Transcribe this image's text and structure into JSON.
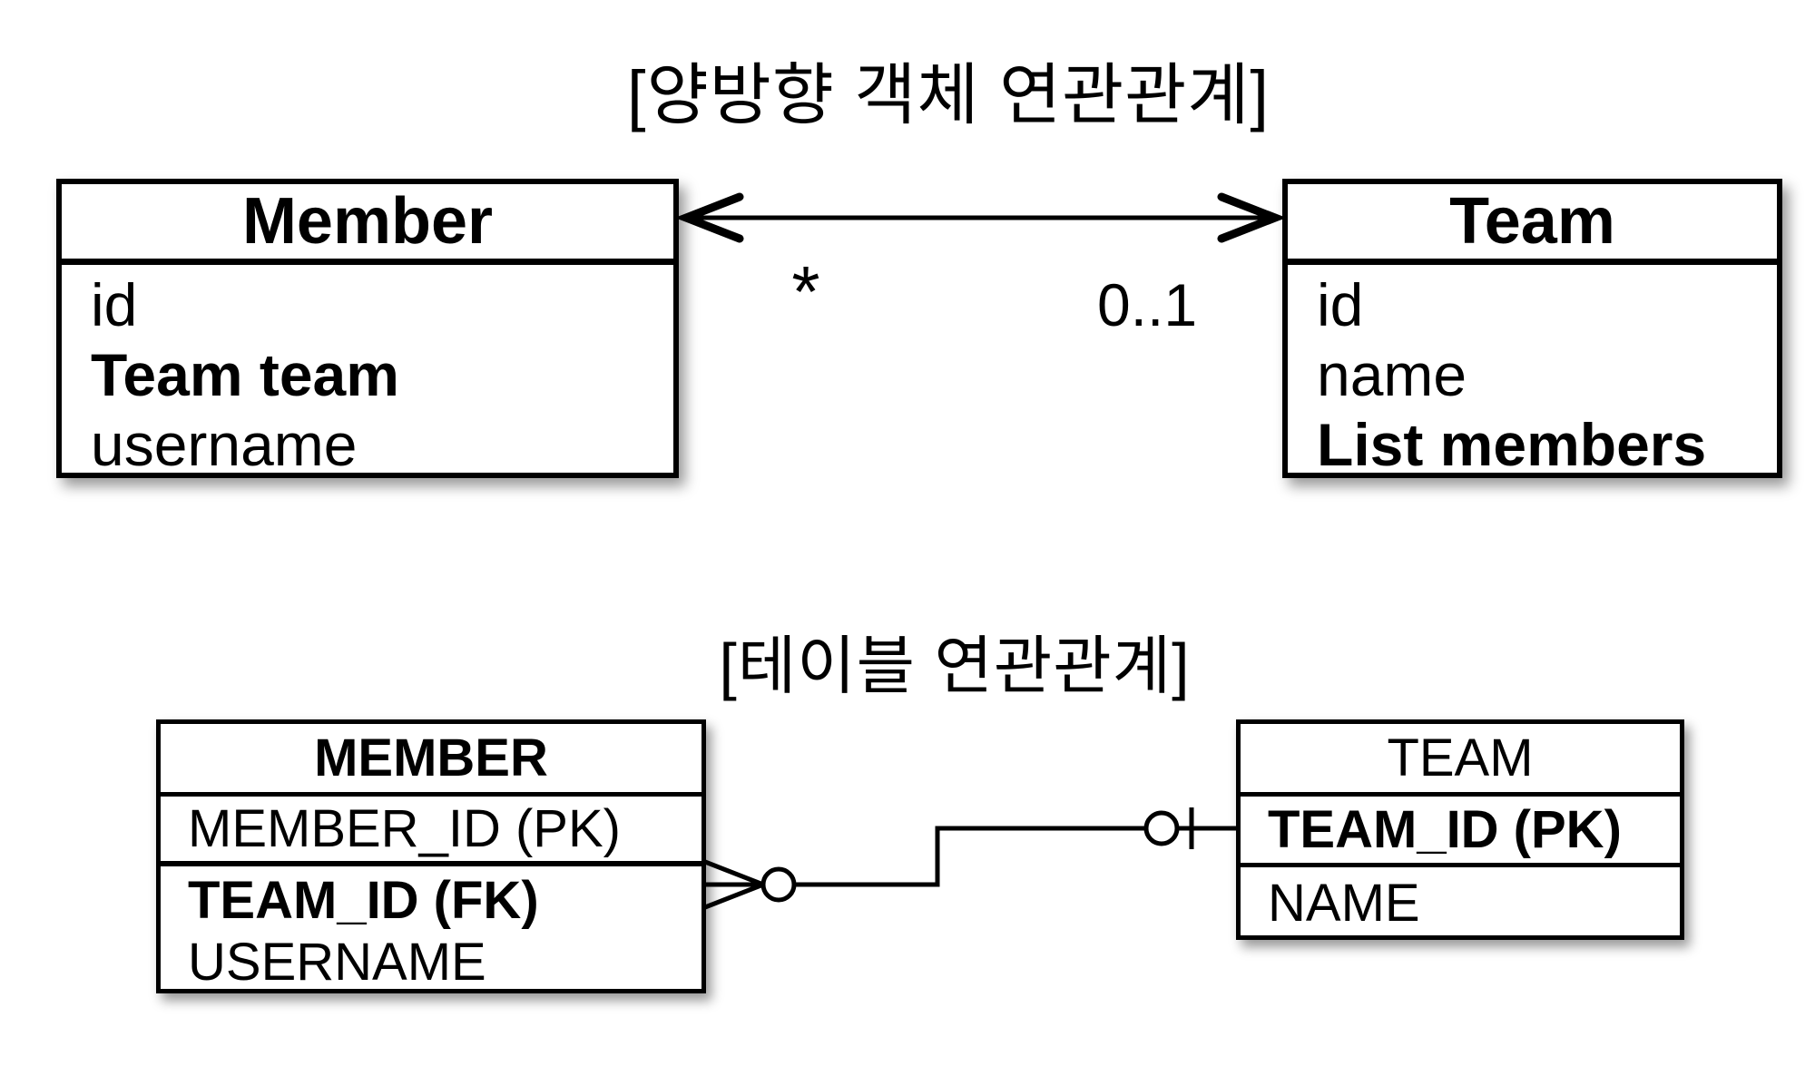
{
  "colors": {
    "ink": "#000000",
    "background": "#ffffff"
  },
  "object_diagram": {
    "title": "[양방향 객체 연관관계]",
    "member_class": {
      "name": "Member",
      "fields": [
        {
          "text": "id",
          "emphasis": false
        },
        {
          "text": "Team team",
          "emphasis": true
        },
        {
          "text": "username",
          "emphasis": false
        }
      ]
    },
    "team_class": {
      "name": "Team",
      "fields": [
        {
          "text": "id",
          "emphasis": false
        },
        {
          "text": "name",
          "emphasis": false
        },
        {
          "text": "List members",
          "emphasis": true
        }
      ]
    },
    "association": {
      "style": "bidirectional-arrow",
      "left_multiplicity": "*",
      "right_multiplicity": "0..1"
    }
  },
  "table_diagram": {
    "title": "[테이블 연관관계]",
    "member_table": {
      "name": "MEMBER",
      "key_row": {
        "text": "MEMBER_ID (PK)",
        "emphasis": false
      },
      "rows": [
        {
          "text": "TEAM_ID (FK)",
          "emphasis": true
        },
        {
          "text": "USERNAME",
          "emphasis": false
        }
      ]
    },
    "team_table": {
      "name": "TEAM",
      "key_row": {
        "text": "TEAM_ID (PK)",
        "emphasis": true
      },
      "rows": [
        {
          "text": "NAME",
          "emphasis": false
        }
      ]
    },
    "relationship": {
      "member_end": "zero-or-many",
      "team_end": "zero-or-one"
    }
  }
}
